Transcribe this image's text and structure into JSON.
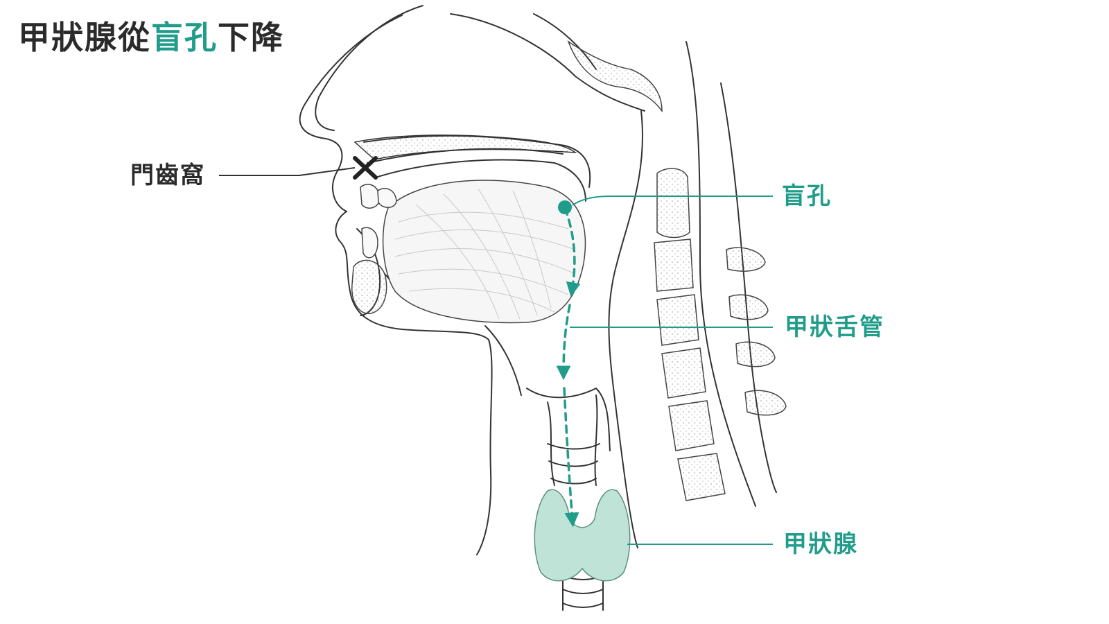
{
  "title": {
    "part1": "甲狀腺從",
    "part2": "盲孔",
    "part3": "下降"
  },
  "labels": {
    "incisive_fossa": "門齒窩",
    "foramen_cecum": "盲孔",
    "thyroglossal_duct": "甲狀舌管",
    "thyroid_gland": "甲狀腺"
  },
  "colors": {
    "accent": "#1f9c8a",
    "text": "#2b2b2b",
    "thyroid_fill": "#bfe3d6",
    "line": "#333333"
  }
}
